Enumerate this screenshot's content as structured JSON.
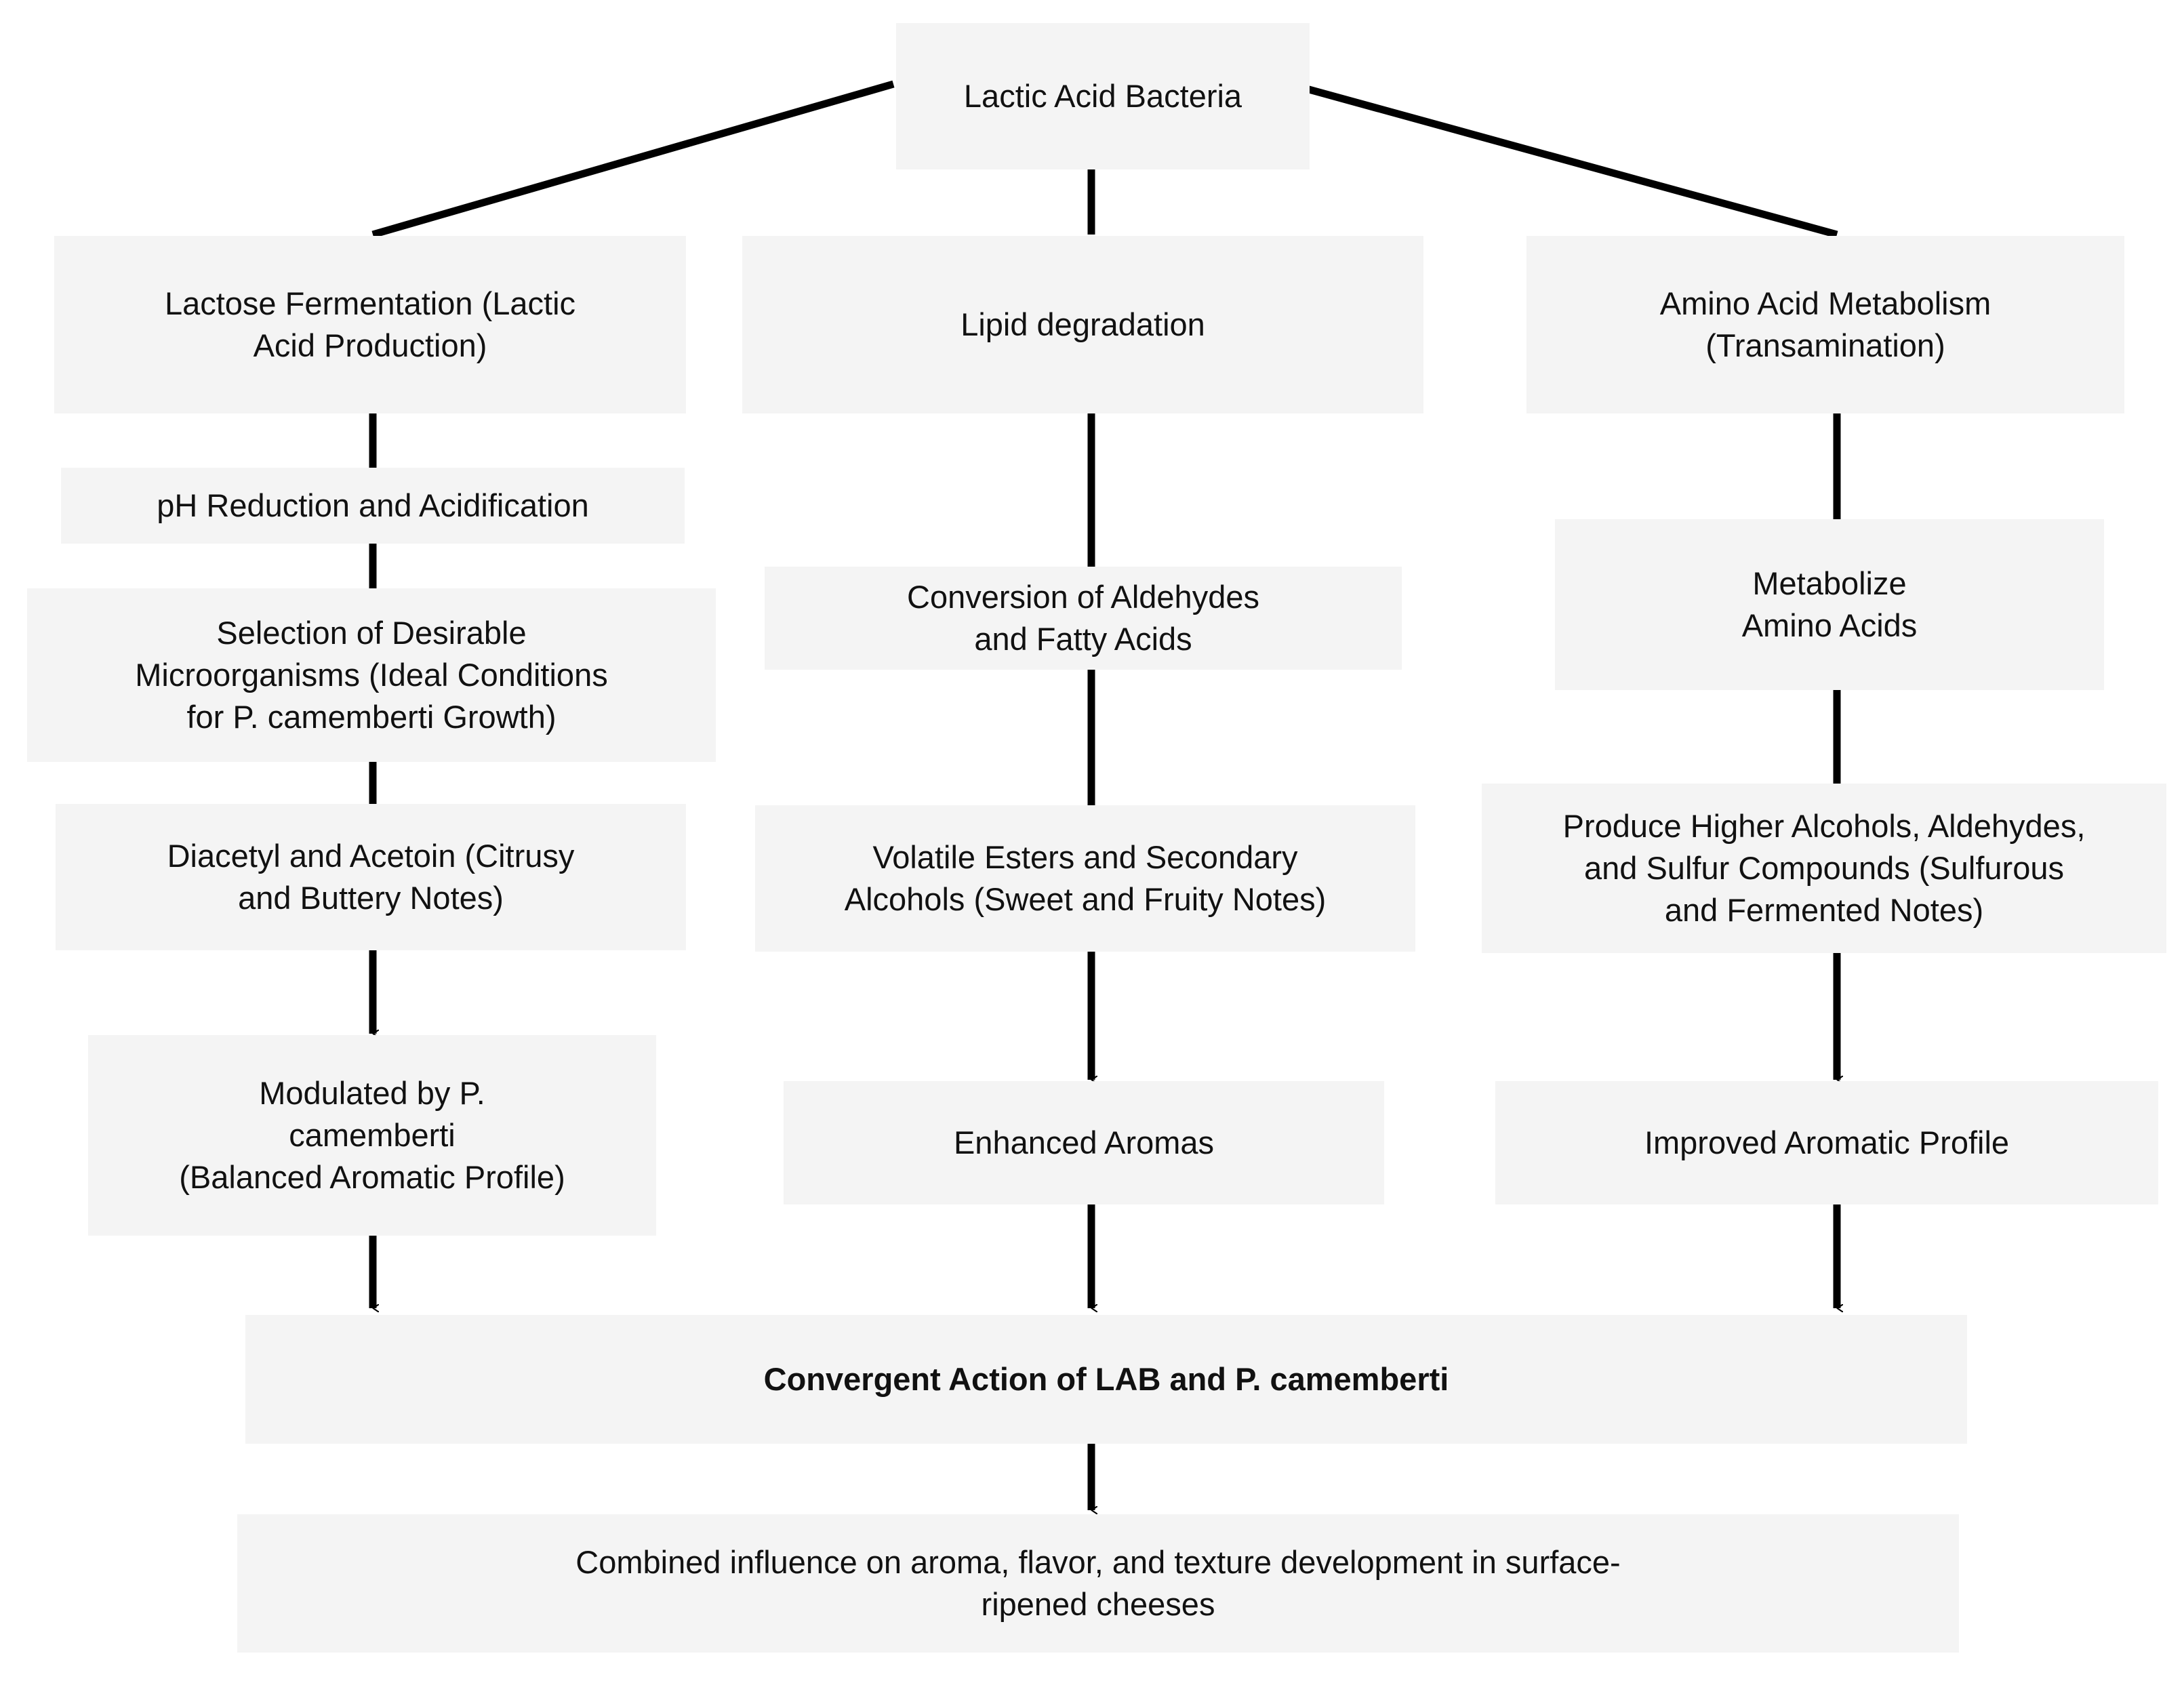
{
  "diagram": {
    "title": "Lactic Acid Bacteria pathways in surface-ripened cheese",
    "background_color": "#ffffff",
    "node_fill_color": "#f4f4f4",
    "node_text_color": "#111111",
    "edge_color": "#000000",
    "nodes": {
      "root": "Lactic Acid Bacteria",
      "left_1": "Lactose Fermentation (Lactic\nAcid Production)",
      "left_2": "pH Reduction and  Acidification",
      "left_3": "Selection of Desirable\nMicroorganisms (Ideal Conditions\nfor P. camemberti Growth)",
      "left_4": "Diacetyl and Acetoin (Citrusy\nand Buttery Notes)",
      "left_5": "Modulated by P.\ncamemberti\n(Balanced Aromatic Profile)",
      "mid_1": "Lipid degradation",
      "mid_2": "Conversion of Aldehydes\nand Fatty Acids",
      "mid_3": "Volatile Esters and Secondary\nAlcohols (Sweet and Fruity Notes)",
      "mid_4": "Enhanced Aromas",
      "right_1": "Amino Acid Metabolism\n(Transamination)",
      "right_2": "Metabolize\nAmino Acids",
      "right_3": "Produce Higher Alcohols, Aldehydes,\nand Sulfur Compounds (Sulfurous\nand Fermented Notes)",
      "right_4": "Improved Aromatic Profile",
      "convergence": "Convergent Action of LAB and P. camemberti",
      "outcome": "Combined influence on aroma, flavor, and texture development in surface-\nripened cheeses"
    },
    "edges": [
      {
        "from": "root",
        "to": "left_1",
        "style": "diagonal-line",
        "arrowhead": false
      },
      {
        "from": "root",
        "to": "mid_1",
        "style": "straight-line",
        "arrowhead": false
      },
      {
        "from": "root",
        "to": "right_1",
        "style": "diagonal-line",
        "arrowhead": false
      },
      {
        "from": "left_1",
        "to": "left_2",
        "style": "straight-line",
        "arrowhead": false
      },
      {
        "from": "left_2",
        "to": "left_3",
        "style": "straight-line",
        "arrowhead": false
      },
      {
        "from": "left_3",
        "to": "left_4",
        "style": "straight-line",
        "arrowhead": false
      },
      {
        "from": "left_4",
        "to": "left_5",
        "style": "straight-line",
        "arrowhead": true
      },
      {
        "from": "left_5",
        "to": "convergence",
        "style": "straight-line",
        "arrowhead": true
      },
      {
        "from": "mid_1",
        "to": "mid_2",
        "style": "straight-line",
        "arrowhead": false
      },
      {
        "from": "mid_2",
        "to": "mid_3",
        "style": "straight-line",
        "arrowhead": false
      },
      {
        "from": "mid_3",
        "to": "mid_4",
        "style": "straight-line",
        "arrowhead": true
      },
      {
        "from": "mid_4",
        "to": "convergence",
        "style": "straight-line",
        "arrowhead": true
      },
      {
        "from": "right_1",
        "to": "right_2",
        "style": "straight-line",
        "arrowhead": false
      },
      {
        "from": "right_2",
        "to": "right_3",
        "style": "straight-line",
        "arrowhead": false
      },
      {
        "from": "right_3",
        "to": "right_4",
        "style": "straight-line",
        "arrowhead": true
      },
      {
        "from": "right_4",
        "to": "convergence",
        "style": "straight-line",
        "arrowhead": true
      },
      {
        "from": "convergence",
        "to": "outcome",
        "style": "straight-line",
        "arrowhead": true
      }
    ]
  }
}
